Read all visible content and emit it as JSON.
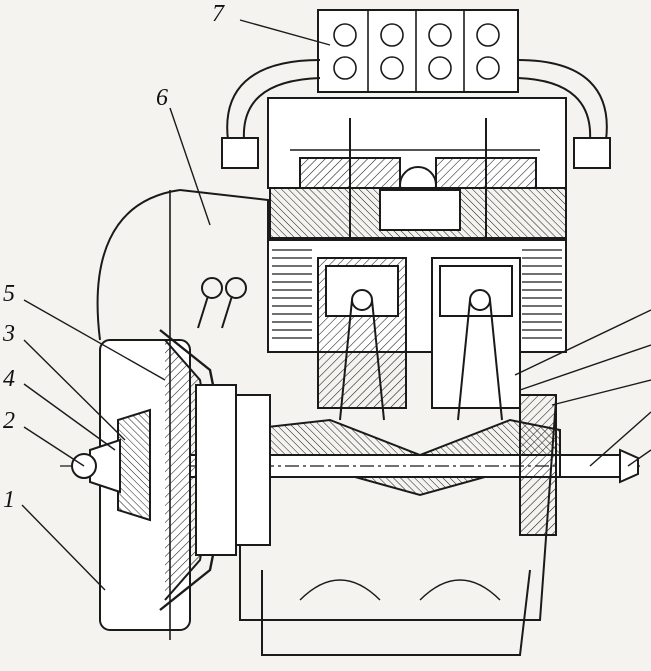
{
  "callouts": {
    "c1": "1",
    "c2": "2",
    "c3": "3",
    "c4": "4",
    "c5": "5",
    "c6": "6",
    "c7": "7"
  },
  "colors": {
    "ink": "#1a1a1a",
    "paper": "#f4f3ef"
  }
}
